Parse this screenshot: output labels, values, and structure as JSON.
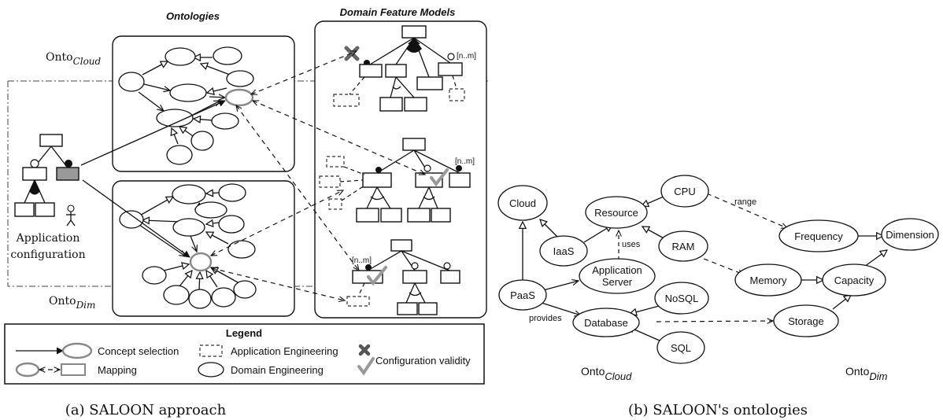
{
  "panel_a": {
    "title_ontologies": "Ontologies",
    "title_dfm": "Domain Feature Models",
    "onto_cloud_prefix": "Onto",
    "onto_cloud_sub": "Cloud",
    "onto_dim_prefix": "Onto",
    "onto_dim_sub": "Dim",
    "app_config_line1": "Application",
    "app_config_line2": "configuration",
    "cardinality": "[n..m]",
    "legend": {
      "title": "Legend",
      "concept_selection": "Concept selection",
      "mapping": "Mapping",
      "application_engineering": "Application Engineering",
      "domain_engineering": "Domain Engineering",
      "configuration_validity": "Configuration validity"
    },
    "caption": "(a) SALOON approach"
  },
  "panel_b": {
    "nodes": {
      "cloud": "Cloud",
      "resource": "Resource",
      "cpu": "CPU",
      "iaas": "IaaS",
      "ram": "RAM",
      "app_server_line1": "Application",
      "app_server_line2": "Server",
      "paas": "PaaS",
      "database": "Database",
      "nosql": "NoSQL",
      "sql": "SQL",
      "frequency": "Frequency",
      "dimension": "Dimension",
      "memory": "Memory",
      "capacity": "Capacity",
      "storage": "Storage"
    },
    "edge_labels": {
      "range": "range",
      "uses": "uses",
      "provides": "provides"
    },
    "onto_cloud_prefix": "Onto",
    "onto_cloud_sub": "Cloud",
    "onto_dim_prefix": "Onto",
    "onto_dim_sub": "Dim",
    "caption": "(b) SALOON's ontologies"
  }
}
